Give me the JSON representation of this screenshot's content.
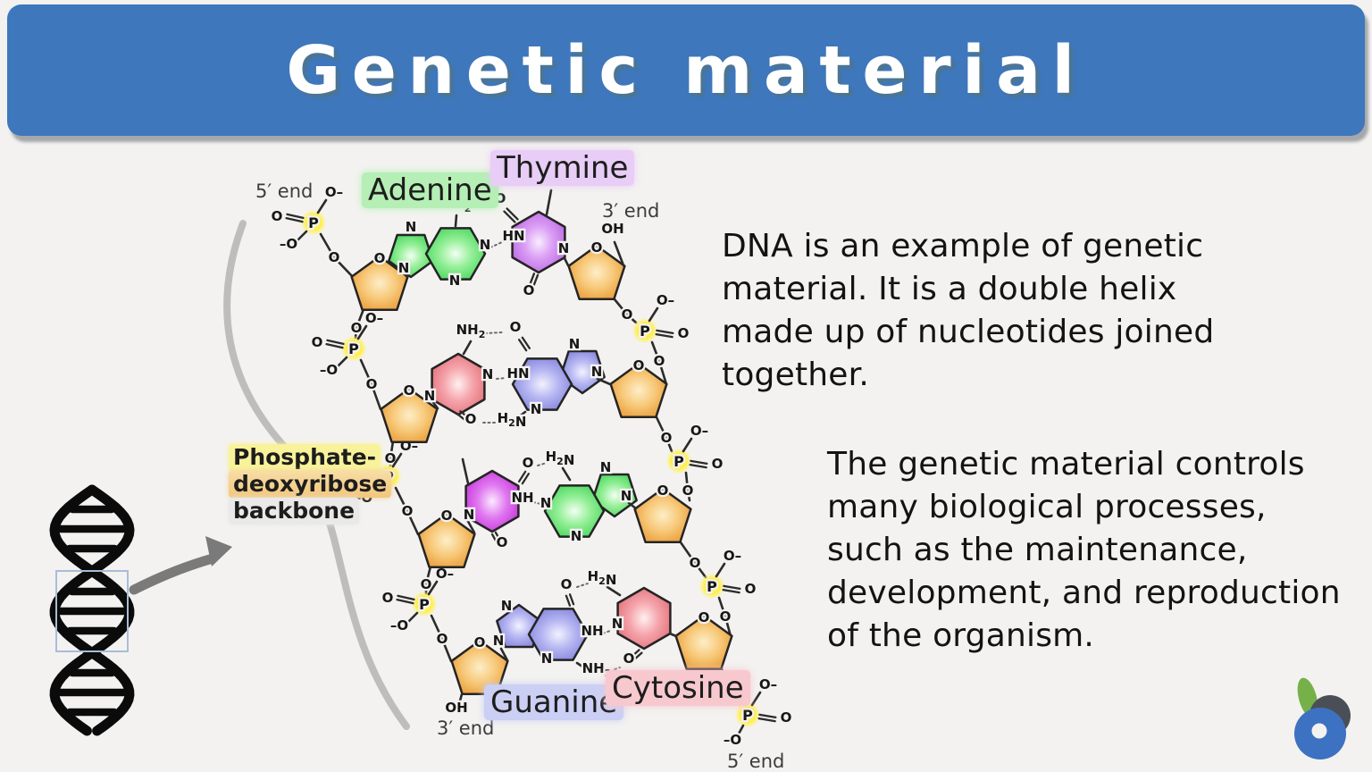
{
  "header": {
    "title": "Genetic material"
  },
  "paragraphs": {
    "p1_lines": [
      "DNA is an example of genetic",
      "material. It is a double helix",
      "made up of nucleotides joined",
      "together."
    ],
    "p2_lines": [
      "The genetic material controls",
      "many biological processes,",
      "such as the maintenance,",
      "development, and reproduction",
      "of the organism."
    ]
  },
  "diagram": {
    "end_labels": {
      "five_prime_top": "5′ end",
      "three_prime_top": "3′ end",
      "three_prime_bottom": "3′ end",
      "five_prime_bottom": "5′ end"
    },
    "base_labels": {
      "adenine": "Adenine",
      "thymine": "Thymine",
      "guanine": "Guanine",
      "cytosine": "Cytosine"
    },
    "backbone_label": {
      "line1": "Phosphate-",
      "line2": "deoxyribose",
      "line3": "backbone"
    },
    "base_pairs": [
      {
        "left": "Adenine",
        "right": "Thymine"
      },
      {
        "left": "Cytosine",
        "right": "Guanine"
      },
      {
        "left": "Thymine",
        "right": "Adenine"
      },
      {
        "left": "Guanine",
        "right": "Cytosine"
      }
    ],
    "atoms": {
      "p": "P",
      "o": "O",
      "n": "N",
      "hn": "HN",
      "nh": "NH",
      "h": "H",
      "sub_two": "2",
      "o_minus": "O–",
      "minus_o": "–O",
      "oh": "OH"
    },
    "colors": {
      "header_blue": "#3e77bc",
      "background": "#f3f2f0",
      "adenine": "#7de886",
      "thymine": "#cf8bf0",
      "thymine_alt": "#d55ae8",
      "cytosine": "#f0909a",
      "guanine": "#a2a2ec",
      "sugar": "#f5b95e",
      "phosphate": "#ffee44",
      "gray_curve": "#b4b4b4"
    }
  },
  "logo": {
    "name": "biology-online-logo"
  }
}
